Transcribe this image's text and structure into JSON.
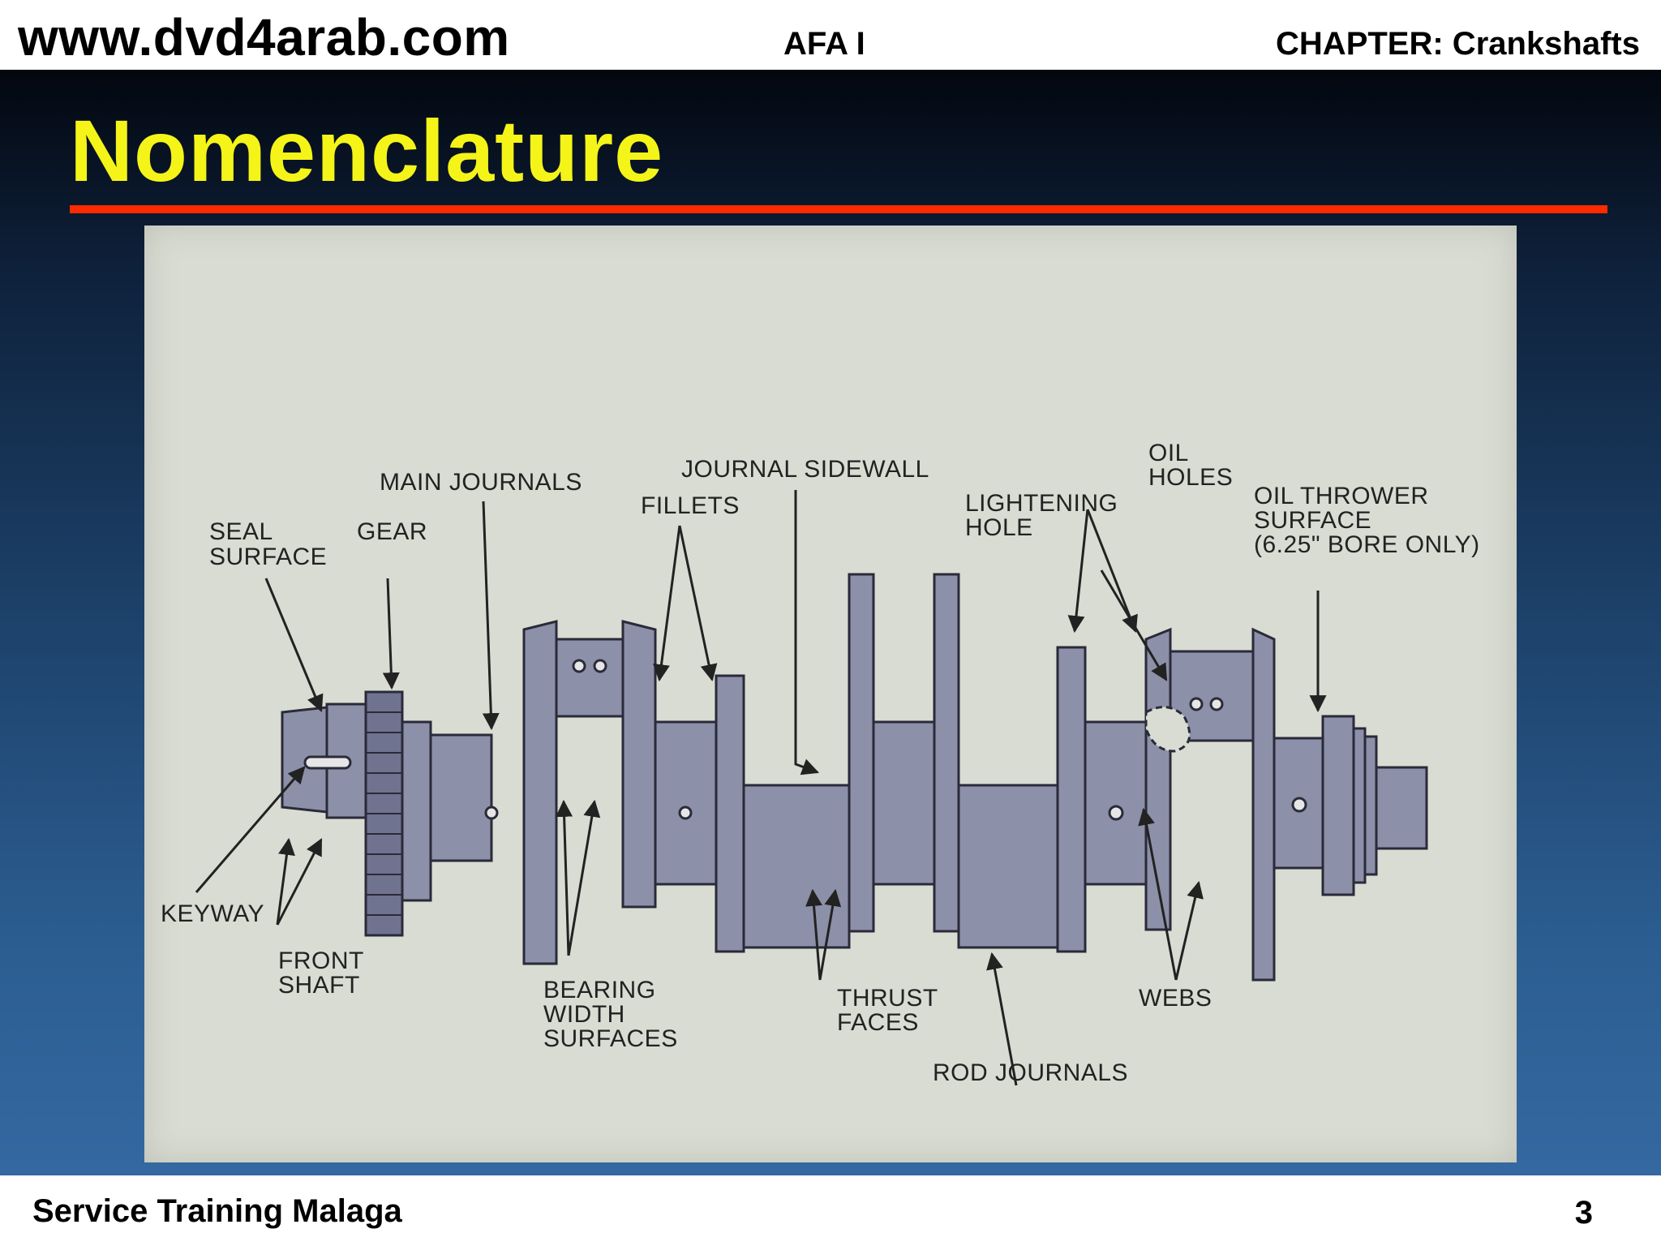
{
  "header": {
    "site": "www.dvd4arab.com",
    "course": "AFA I",
    "chapter": "CHAPTER: Crankshafts"
  },
  "slide": {
    "title": "Nomenclature",
    "accent_color": "#ff2a00",
    "title_color": "#f4f419"
  },
  "diagram": {
    "labels": {
      "journal_sidewall": "JOURNAL SIDEWALL",
      "oil_holes_1": "OIL",
      "oil_holes_2": "HOLES",
      "main_journals": "MAIN JOURNALS",
      "fillets": "FILLETS",
      "lightening_hole_1": "LIGHTENING",
      "lightening_hole_2": "HOLE",
      "oil_thrower_1": "OIL THROWER",
      "oil_thrower_2": "SURFACE",
      "oil_thrower_3": "(6.25\" BORE ONLY)",
      "seal_surface_1": "SEAL",
      "seal_surface_2": "SURFACE",
      "gear": "GEAR",
      "keyway": "KEYWAY",
      "front_shaft_1": "FRONT",
      "front_shaft_2": "SHAFT",
      "bearing_width_1": "BEARING",
      "bearing_width_2": "WIDTH",
      "bearing_width_3": "SURFACES",
      "thrust_faces_1": "THRUST",
      "thrust_faces_2": "FACES",
      "webs": "WEBS",
      "rod_journals": "ROD JOURNALS"
    }
  },
  "footer": {
    "org": "Service Training Malaga",
    "page": "3"
  }
}
